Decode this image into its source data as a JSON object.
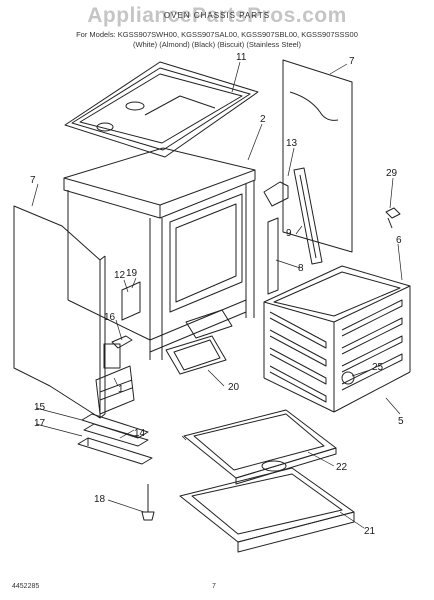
{
  "header": {
    "watermark": "AppliancePartsPros.com",
    "title": "OVEN CHASSIS PARTS",
    "models": "For Models: KGSS907SWH00, KGSS907SAL00, KGSS907SBL00, KGSS907SSS00",
    "colors": "(White)          (Almond)          (Black)          (Biscuit)          (Stainless Steel)"
  },
  "callouts": [
    "2",
    "5",
    "6",
    "7",
    "7",
    "8",
    "9",
    "11",
    "12",
    "13",
    "14",
    "15",
    "16",
    "17",
    "18",
    "19",
    "20",
    "21",
    "22",
    "25",
    "29",
    "1"
  ],
  "footer": {
    "doc_number": "4452285",
    "page_number": "7"
  }
}
